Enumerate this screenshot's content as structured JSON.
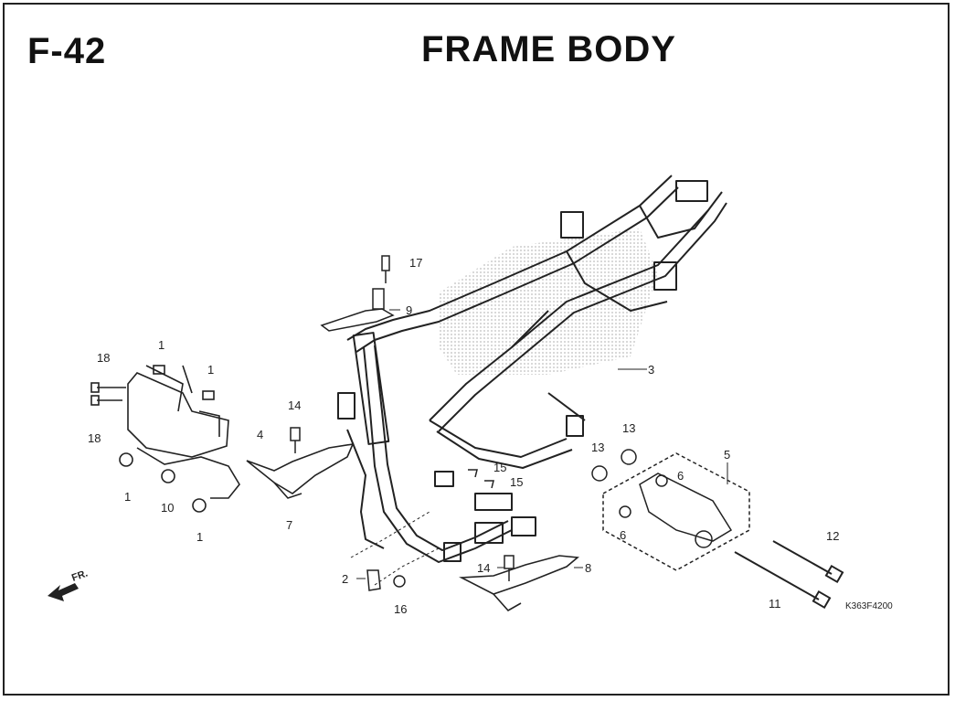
{
  "header": {
    "code": "F-42",
    "title": "FRAME BODY"
  },
  "direction_label": "FR.",
  "reference_code": "K363F4200",
  "callouts": {
    "c1a": "1",
    "c1b": "1",
    "c1c": "1",
    "c1d": "1",
    "c2": "2",
    "c3": "3",
    "c4": "4",
    "c5": "5",
    "c6a": "6",
    "c6b": "6",
    "c7": "7",
    "c8": "8",
    "c9": "9",
    "c10": "10",
    "c11": "11",
    "c12": "12",
    "c13a": "13",
    "c13b": "13",
    "c14a": "14",
    "c14b": "14",
    "c15a": "15",
    "c15b": "15",
    "c16": "16",
    "c17": "17",
    "c18a": "18",
    "c18b": "18"
  },
  "colors": {
    "line": "#222222",
    "watermark": "#bdbdbd"
  }
}
